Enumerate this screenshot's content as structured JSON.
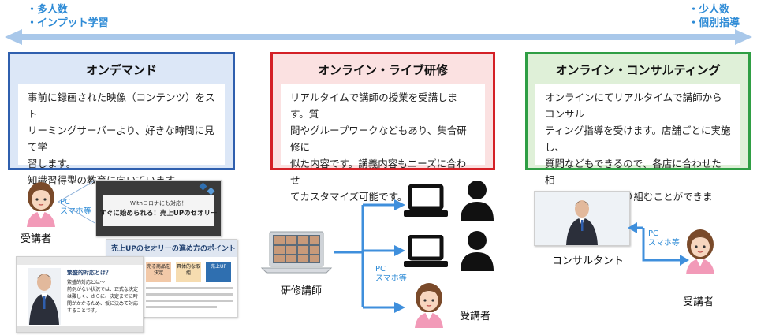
{
  "scale": {
    "left_lines": [
      "・多人数",
      "・インプット学習"
    ],
    "right_lines": [
      "・少人数",
      "・個別指導"
    ]
  },
  "panels": [
    {
      "title": "オンデマンド",
      "lines": [
        "事前に録画された映像（コンテンツ）をスト",
        "リーミングサーバーより、好きな時間に見て学",
        "習します。",
        "知識習得型の教育に向いています。"
      ],
      "border_color": "#2f5fae",
      "fill_color": "#dce7f7"
    },
    {
      "title": "オンライン・ライブ研修",
      "lines": [
        "リアルタイムで講師の授業を受講します。質",
        "問やグループワークなどもあり、集合研修に",
        "似た内容です。講義内容もニーズに合わせ",
        "てカスタマイズ可能です。"
      ],
      "border_color": "#d42026",
      "fill_color": "#fbe1e1"
    },
    {
      "title": "オンライン・コンサルティング",
      "lines": [
        "オンラインにてリアルタイムで講師からコンサル",
        "ティング指導を受けます。店舗ごとに実施し、",
        "質問などもできるので、各店に合わせた相",
        "談や問題解決に取り組むことができます。"
      ],
      "border_color": "#2f9e44",
      "fill_color": "#dff0d8"
    }
  ],
  "ondemand": {
    "device_label_1": "PC",
    "device_label_2": "スマホ等",
    "student_label": "受講者",
    "slide1_line1": "Withコロナにも対応！",
    "slide1_line2": "すぐに始められる！売上UPのセオリー",
    "slide2_title": "売上UPのセオリーの進め方のポイント",
    "slide2_boxes": [
      "売る商品を決定",
      "具体的な取組",
      "売上UP"
    ],
    "video_heading": "繁盛的対応とは？",
    "video_lines": [
      "繁盛的対応とは～",
      "前例がない状況では、正式な決定",
      "は難しく、さらに、決定までに時",
      "間がかかるため、仮に決めて対応",
      "することです。"
    ]
  },
  "live": {
    "instructor_label": "研修講師",
    "device_label_1": "PC",
    "device_label_2": "スマホ等",
    "student_label": "受講者"
  },
  "consulting": {
    "consultant_label": "コンサルタント",
    "device_label_1": "PC",
    "device_label_2": "スマホ等",
    "student_label": "受講者"
  },
  "colors": {
    "accent_blue": "#2e8bd6",
    "arrow_blue": "#a9c8ea",
    "flow_blue": "#3f8fdc"
  }
}
